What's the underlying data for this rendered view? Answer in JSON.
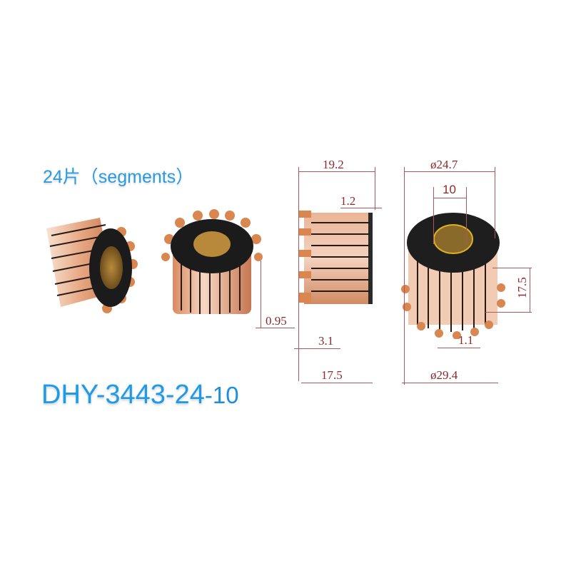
{
  "header": {
    "segments_label": "24片（segments）"
  },
  "product": {
    "model_main": "DHY-3443-24",
    "model_suffix": "-10"
  },
  "colors": {
    "label_blue": "#1e9be8",
    "dimension_red": "#8a2a2a",
    "copper": "#e6a27e",
    "insulator": "#1a1a1a",
    "bushing": "#b8893a"
  },
  "dimensions": {
    "side_view": {
      "total_length": "19.2",
      "end_gap": "1.2",
      "hook_thickness": "0.95",
      "hook_length": "3.1",
      "body_length": "17.5"
    },
    "end_view": {
      "outer_diameter_top": "ø24.7",
      "bore": "10",
      "height": "17.5",
      "slot_width": "1.1",
      "hook_diameter": "ø29.4"
    }
  }
}
